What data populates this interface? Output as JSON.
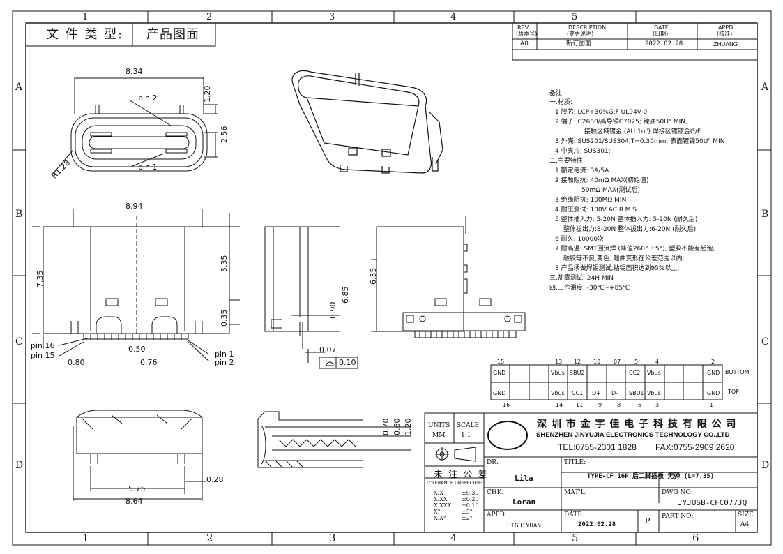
{
  "header": {
    "doc_type_label": "文 件 类 型:",
    "doc_type_value": "产品图面"
  },
  "zones": {
    "cols_top": [
      "1",
      "2",
      "3",
      "4",
      "5"
    ],
    "cols_bottom": [
      "1",
      "2",
      "3",
      "4",
      "5",
      "6"
    ],
    "rows": [
      "A",
      "B",
      "C",
      "D"
    ],
    "rows_right": [
      "A",
      "B",
      "C",
      "D"
    ]
  },
  "revision": {
    "head_rev": "REV.",
    "head_rev_cn": "(版本号)",
    "head_desc": "DESCRIPTION",
    "head_desc_cn": "(变更说明)",
    "head_date": "DATE",
    "head_date_cn": "(日期)",
    "head_appd": "APPD",
    "head_appd_cn": "(核准)",
    "rev": "A0",
    "desc": "新订图面",
    "date": "2022.02.28",
    "appd": "ZHUANG"
  },
  "notes": {
    "title": "备注:",
    "s1": "一.材质:",
    "l1": "1 胶芯: LCP+30%G.F UL94V-0",
    "l2a": "2 端子: C2680/高导铜C7025; 镍底50U\" MIN,",
    "l2b": "接触区域镀金 (AU 1u\") 焊接区镀镀金G/F",
    "l3": "3 外壳: SUS201/SUS304,T=0.30mm; 表面镀镍50U\" MIN",
    "l4": "4 中夹片: SUS301;",
    "s2": "二.主要特性:",
    "m1": "1 额定电流: 3A/5A",
    "m2a": "2 接触阻抗: 40mΩ MAX(初始值)",
    "m2b": "50mΩ MAX(测试后)",
    "m3": "3 绝缘阻抗: 100MΩ MIN",
    "m4": "4 耐压测试: 100V AC R.M.S.",
    "m5a": "5 整体插入力: 5-20N   整体插入力: 5-20N (耐久后)",
    "m5b": "整体拔出力:8-20N   整体拔出力:6-20N (耐久后)",
    "m6": "6 耐久: 10000次",
    "m7a": "7 耐高温: SMT回流焊 (峰值260° ±5°), 塑胶不能有起泡,",
    "m7b": "融胶等不良,变色, 翘曲变形在公差范围以内;",
    "m8": "8 产品须做焊锡测试,粘锡面积达到95%以上;",
    "s3": "三.盐雾测试: 24H MIN",
    "s4": "四.工作温度: -30℃~+85℃"
  },
  "pin_table": {
    "top_numbers": [
      "15",
      "13",
      "12",
      "10",
      "07",
      "5",
      "4",
      "2"
    ],
    "bottom_label": "BOTTOM",
    "top_label": "TOP",
    "row1": [
      "GND",
      "",
      "",
      "Vbus",
      "SBU2",
      "",
      "",
      "CC2",
      "Vbus",
      "",
      "",
      "GND"
    ],
    "row2": [
      "GND",
      "",
      "",
      "Vbus",
      "CC1",
      "D+",
      "D-",
      "SBU1",
      "Vbus",
      "",
      "",
      "GND"
    ],
    "bottom_numbers": [
      "16",
      "14",
      "11",
      "9",
      "8",
      "6",
      "3",
      "1"
    ]
  },
  "dims": {
    "top_width": "8.34",
    "top_h1": "1.20",
    "top_h2": "2.56",
    "top_radius": "R1.28",
    "pin2": "pin 2",
    "pin1": "pin 1",
    "front_width": "8.94",
    "front_h": "7.35",
    "front_h2": "5.35",
    "front_h3": "0.35",
    "pin16": "pin 16",
    "pin15": "pin 15",
    "pitch": "0.50",
    "d080": "0.80",
    "d076": "0.76",
    "pin1b": "pin 1",
    "pin2b": "pin 2",
    "side_h1": "0.90",
    "side_h2": "6.85",
    "side_d": "0.07",
    "flat_tol": "0.10",
    "rear_h": "6.35",
    "bot_w1": "5.75",
    "bot_w2": "8.64",
    "bot_d": "0.28",
    "sec_d1": "0.70",
    "sec_d2": "0.60",
    "sec_d3": "1.20"
  },
  "title_block": {
    "units_label": "UNITS",
    "units_value": "MM",
    "scale_label": "SCALE",
    "scale_value": "1:1",
    "company_cn": "深 圳 市 金 宇 佳 电 子 科 技 有 限 公 司",
    "company_en": "SHENZHEN JINYUJIA ELECTRONICS TECHNOLOGY CO.,LTD",
    "tel": "TEL:0755-2301 1828",
    "fax": "FAX:0755-2909 2620",
    "tol_cn": "未 注 公 差",
    "tol_en": "TOLERANCE UNSPECIFIED",
    "tol_rows": [
      {
        "k": "X.X",
        "v": "±0.30"
      },
      {
        "k": "X.XX",
        "v": "±0.20"
      },
      {
        "k": "X.XXX",
        "v": "±0.10"
      },
      {
        "k": "X°",
        "v": "±5°"
      },
      {
        "k": "X.X°",
        "v": "±2°"
      }
    ],
    "dr_label": "DR.",
    "dr_value": "Lila",
    "chk_label": "CHK.",
    "chk_value": "Loran",
    "appd_label": "APPD.",
    "appd_value": "LIGUIYUAN",
    "title_label": "TITLE:",
    "title_value": "TYPE-CF 16P 后二脚插板 无弹 (L=7.35)",
    "matl_label": "MAT'L:",
    "dwg_label": "DWG NO:",
    "dwg_value": "JYJUSB-CFC077JQ",
    "date_label": "DATE:",
    "date_value": "2022.02.28",
    "p_mark": "P",
    "part_label": "PART NO:",
    "size_label": "SIZE",
    "size_value": "A4"
  }
}
